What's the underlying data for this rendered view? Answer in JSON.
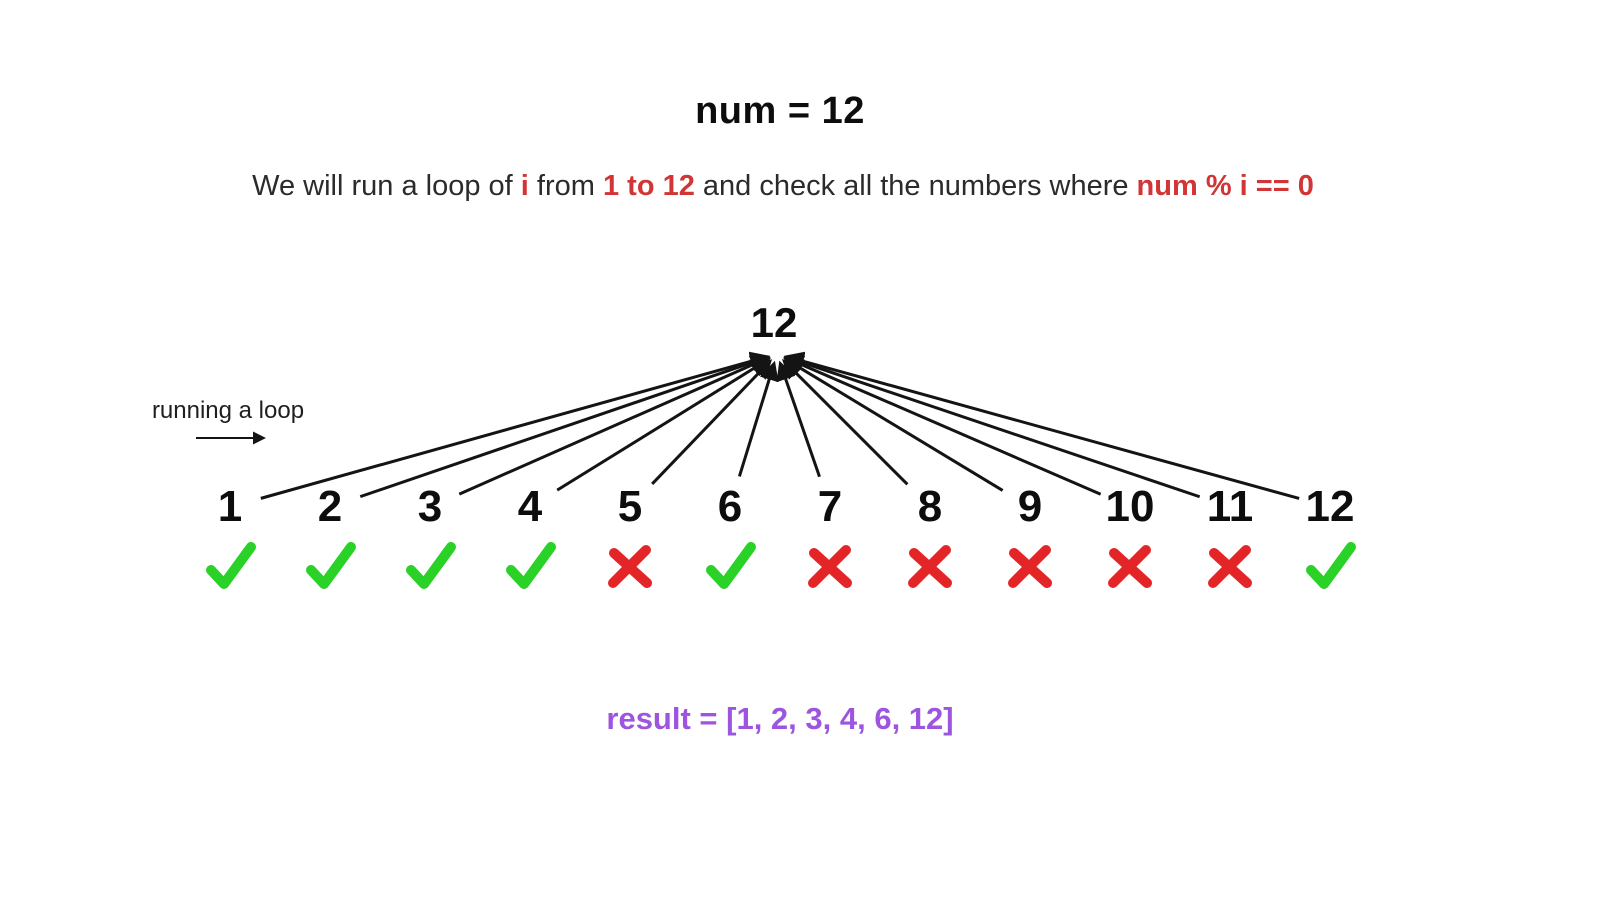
{
  "title": "num = 12",
  "subtitle": {
    "parts": [
      {
        "text": "We will run a loop of ",
        "style": "normal"
      },
      {
        "text": "i",
        "style": "red"
      },
      {
        "text": " from ",
        "style": "normal"
      },
      {
        "text": "1 to 12",
        "style": "red"
      },
      {
        "text": " and check all the numbers where ",
        "style": "normal"
      },
      {
        "text": "num % i == 0",
        "style": "red"
      }
    ]
  },
  "diagram": {
    "root_label": "12",
    "loop_label": "running a loop",
    "numbers": [
      {
        "value": "1",
        "divisor": true
      },
      {
        "value": "2",
        "divisor": true
      },
      {
        "value": "3",
        "divisor": true
      },
      {
        "value": "4",
        "divisor": true
      },
      {
        "value": "5",
        "divisor": false
      },
      {
        "value": "6",
        "divisor": true
      },
      {
        "value": "7",
        "divisor": false
      },
      {
        "value": "8",
        "divisor": false
      },
      {
        "value": "9",
        "divisor": false
      },
      {
        "value": "10",
        "divisor": false
      },
      {
        "value": "11",
        "divisor": false
      },
      {
        "value": "12",
        "divisor": true
      }
    ]
  },
  "result": "result = [1, 2, 3, 4, 6, 12]",
  "colors": {
    "accent_red": "#d23535",
    "check_green": "#2ad127",
    "cross_red": "#e42527",
    "result_purple": "#9d55e0",
    "line_black": "#141414"
  }
}
